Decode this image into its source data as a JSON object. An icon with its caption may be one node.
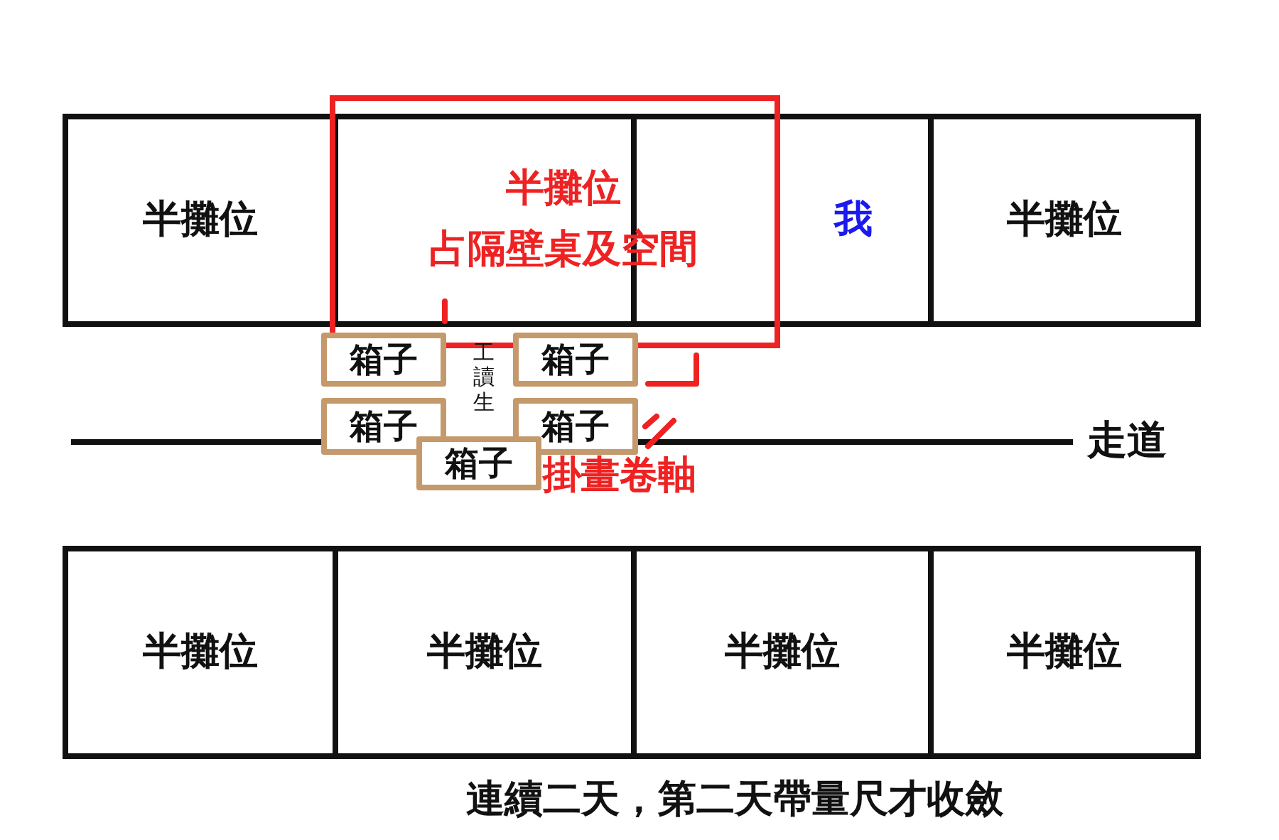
{
  "diagram": {
    "caption": "連續二天，第二天帶量尺才收斂",
    "nodes": [
      {
        "text": [
          "半攤位"
        ]
      },
      {
        "text": [],
        "shape": "box"
      },
      {
        "text": [
          "我"
        ]
      },
      {
        "text": [
          "半攤位"
        ]
      },
      {
        "text": [
          "箱子"
        ]
      },
      {
        "text": [
          "箱子"
        ]
      },
      {
        "text": [
          "箱子"
        ]
      },
      {
        "text": [
          "箱子"
        ]
      },
      {
        "text": [
          "箱子"
        ]
      },
      {
        "text": [
          "半攤位"
        ]
      },
      {
        "text": [
          "半攤位"
        ]
      },
      {
        "text": [
          "半攤位"
        ]
      },
      {
        "text": [
          "半攤位"
        ]
      }
    ],
    "labels": [
      "半攤位",
      "占隔壁桌及空間",
      "工讀生",
      "走道",
      "掛畫卷軸"
    ]
  }
}
